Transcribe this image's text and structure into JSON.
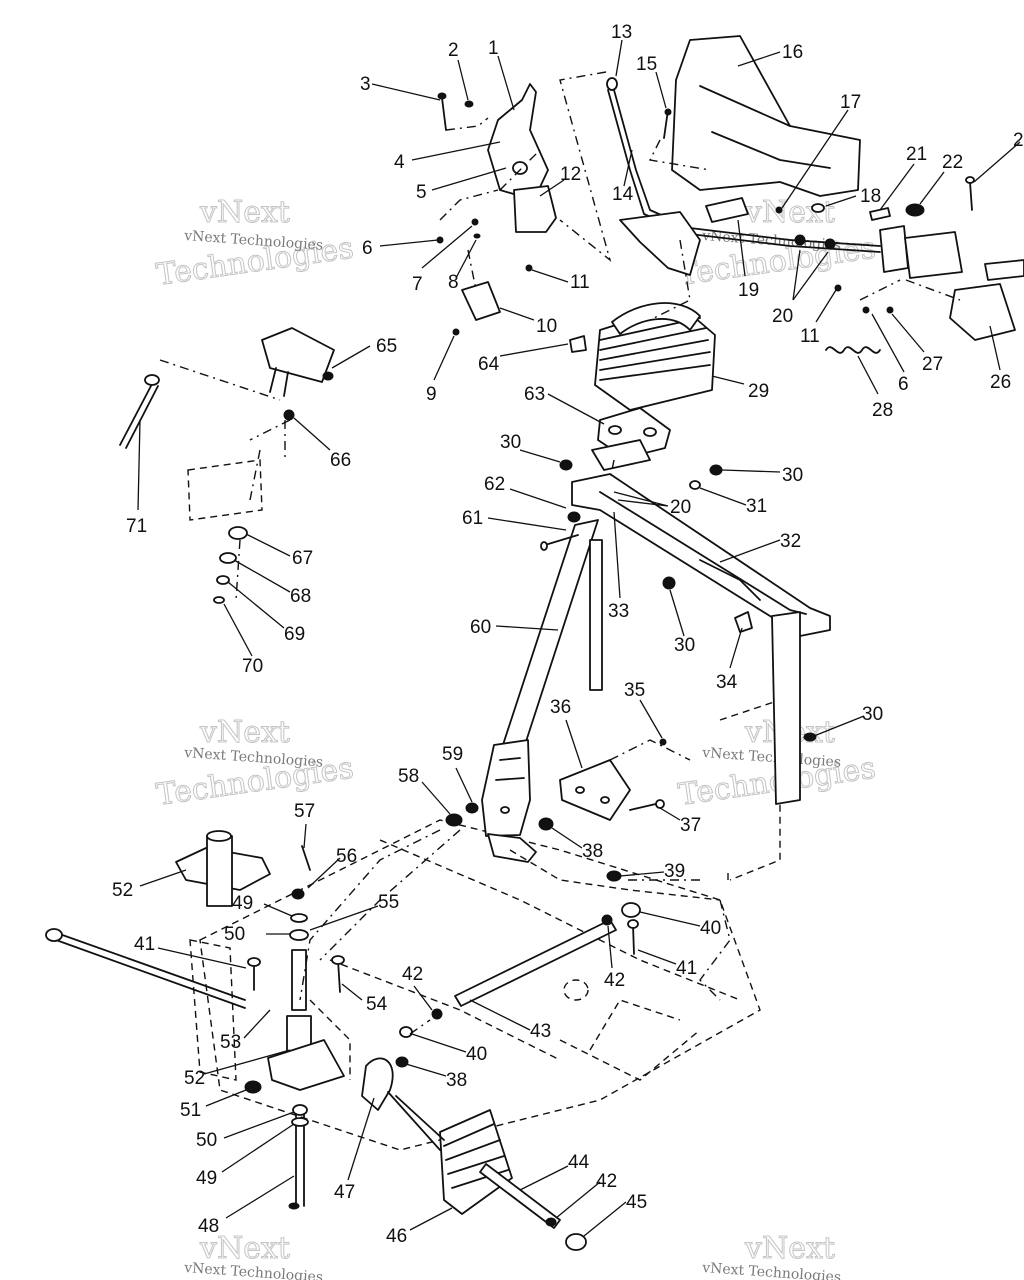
{
  "watermark": {
    "small": "vNext Technologies",
    "big_line1": "vNext",
    "big_line2": "Technologies"
  },
  "callouts": [
    {
      "id": "c1",
      "label": "1"
    },
    {
      "id": "c2",
      "label": "2"
    },
    {
      "id": "c3",
      "label": "3"
    },
    {
      "id": "c4",
      "label": "4"
    },
    {
      "id": "c5",
      "label": "5"
    },
    {
      "id": "c6a",
      "label": "6"
    },
    {
      "id": "c7",
      "label": "7"
    },
    {
      "id": "c8",
      "label": "8"
    },
    {
      "id": "c9",
      "label": "9"
    },
    {
      "id": "c10",
      "label": "10"
    },
    {
      "id": "c11a",
      "label": "11"
    },
    {
      "id": "c12",
      "label": "12"
    },
    {
      "id": "c13",
      "label": "13"
    },
    {
      "id": "c14",
      "label": "14"
    },
    {
      "id": "c15",
      "label": "15"
    },
    {
      "id": "c16",
      "label": "16"
    },
    {
      "id": "c17",
      "label": "17"
    },
    {
      "id": "c18",
      "label": "18"
    },
    {
      "id": "c19",
      "label": "19"
    },
    {
      "id": "c20a",
      "label": "20"
    },
    {
      "id": "c21",
      "label": "21"
    },
    {
      "id": "c22",
      "label": "22"
    },
    {
      "id": "c2x",
      "label": "2"
    },
    {
      "id": "c11b",
      "label": "11"
    },
    {
      "id": "c6b",
      "label": "6"
    },
    {
      "id": "c27",
      "label": "27"
    },
    {
      "id": "c26",
      "label": "26"
    },
    {
      "id": "c28",
      "label": "28"
    },
    {
      "id": "c29",
      "label": "29"
    },
    {
      "id": "c64",
      "label": "64"
    },
    {
      "id": "c65",
      "label": "65"
    },
    {
      "id": "c66",
      "label": "66"
    },
    {
      "id": "c71",
      "label": "71"
    },
    {
      "id": "c67",
      "label": "67"
    },
    {
      "id": "c68",
      "label": "68"
    },
    {
      "id": "c69",
      "label": "69"
    },
    {
      "id": "c70",
      "label": "70"
    },
    {
      "id": "c63",
      "label": "63"
    },
    {
      "id": "c30a",
      "label": "30"
    },
    {
      "id": "c30b",
      "label": "30"
    },
    {
      "id": "c31",
      "label": "31"
    },
    {
      "id": "c62",
      "label": "62"
    },
    {
      "id": "c20b",
      "label": "20"
    },
    {
      "id": "c61",
      "label": "61"
    },
    {
      "id": "c32",
      "label": "32"
    },
    {
      "id": "c33",
      "label": "33"
    },
    {
      "id": "c60",
      "label": "60"
    },
    {
      "id": "c30c",
      "label": "30"
    },
    {
      "id": "c34",
      "label": "34"
    },
    {
      "id": "c35",
      "label": "35"
    },
    {
      "id": "c36",
      "label": "36"
    },
    {
      "id": "c30d",
      "label": "30"
    },
    {
      "id": "c59",
      "label": "59"
    },
    {
      "id": "c58",
      "label": "58"
    },
    {
      "id": "c37",
      "label": "37"
    },
    {
      "id": "c38a",
      "label": "38"
    },
    {
      "id": "c57",
      "label": "57"
    },
    {
      "id": "c56",
      "label": "56"
    },
    {
      "id": "c39",
      "label": "39"
    },
    {
      "id": "c52a",
      "label": "52"
    },
    {
      "id": "c49a",
      "label": "49"
    },
    {
      "id": "c55",
      "label": "55"
    },
    {
      "id": "c50a",
      "label": "50"
    },
    {
      "id": "c40a",
      "label": "40"
    },
    {
      "id": "c41a",
      "label": "41"
    },
    {
      "id": "c42a",
      "label": "42"
    },
    {
      "id": "c41b",
      "label": "41"
    },
    {
      "id": "c42b",
      "label": "42"
    },
    {
      "id": "c54",
      "label": "54"
    },
    {
      "id": "c43",
      "label": "43"
    },
    {
      "id": "c53",
      "label": "53"
    },
    {
      "id": "c40b",
      "label": "40"
    },
    {
      "id": "c52b",
      "label": "52"
    },
    {
      "id": "c38b",
      "label": "38"
    },
    {
      "id": "c51",
      "label": "51"
    },
    {
      "id": "c50b",
      "label": "50"
    },
    {
      "id": "c49b",
      "label": "49"
    },
    {
      "id": "c47",
      "label": "47"
    },
    {
      "id": "c44",
      "label": "44"
    },
    {
      "id": "c42c",
      "label": "42"
    },
    {
      "id": "c48",
      "label": "48"
    },
    {
      "id": "c45",
      "label": "45"
    },
    {
      "id": "c46",
      "label": "46"
    }
  ]
}
